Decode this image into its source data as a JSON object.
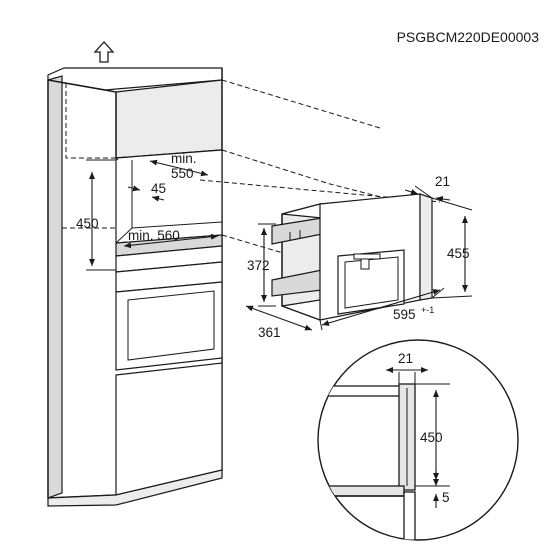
{
  "document_code": "PSGBCM220DE00003",
  "cabinet": {
    "height_label": "450",
    "depth_min_label": "min.",
    "depth_min_value": "550",
    "width_min_label": "min. 560",
    "offset_label": "45"
  },
  "appliance": {
    "height_front_label": "455",
    "height_body_label": "372",
    "width_label": "595",
    "width_tolerance": "+-1",
    "depth_label": "361",
    "frame_depth_label": "21"
  },
  "detail": {
    "frame_label": "21",
    "height_label": "450",
    "gap_label": "5"
  },
  "icons": [
    "up-arrow-icon"
  ]
}
